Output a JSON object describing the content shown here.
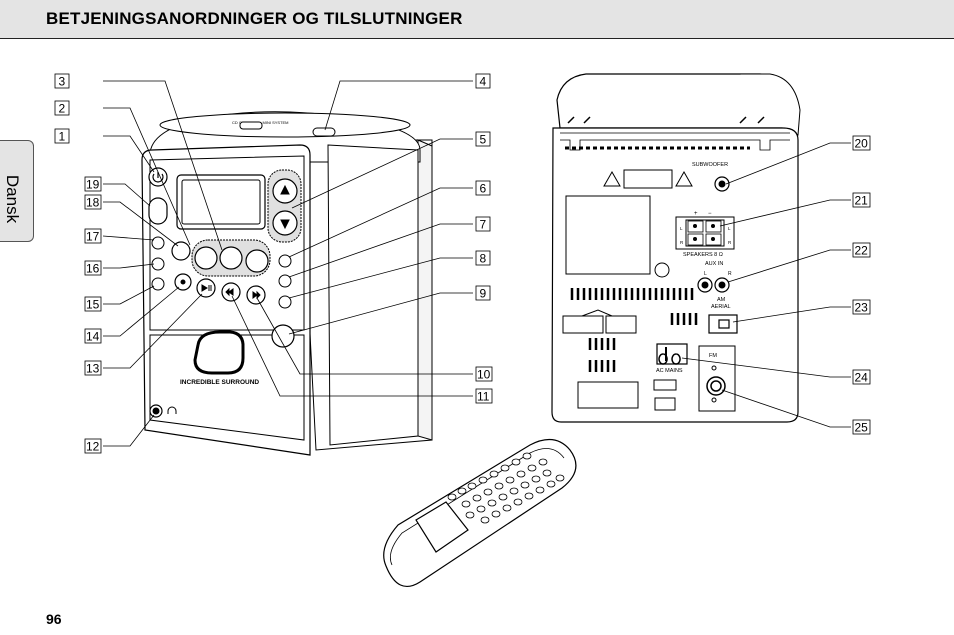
{
  "header": {
    "title": "BETJENINGSANORDNINGER OG TILSLUTNINGER"
  },
  "side_tab": {
    "label": "Dansk"
  },
  "page_number": "96",
  "front_unit": {
    "brand_text": "INCREDIBLE SURROUND",
    "top_label": "CD CHANGER • MINI SYSTEM"
  },
  "back_unit": {
    "subwoofer": "SUBWOOFER",
    "speakers": "SPEAKERS  8 Ω",
    "aux_in": "AUX IN",
    "aux_l": "L",
    "aux_r": "R",
    "am_aerial": "AM\nAERIAL",
    "am": "AM",
    "aerial": "AERIAL",
    "ac_mains": "AC MAINS",
    "fm": "FM",
    "plus": "+",
    "minus": "−"
  },
  "callouts": [
    {
      "id": "c1",
      "label": "1"
    },
    {
      "id": "c2",
      "label": "2"
    },
    {
      "id": "c3",
      "label": "3"
    },
    {
      "id": "c4",
      "label": "4"
    },
    {
      "id": "c5",
      "label": "5"
    },
    {
      "id": "c6",
      "label": "6"
    },
    {
      "id": "c7",
      "label": "7"
    },
    {
      "id": "c8",
      "label": "8"
    },
    {
      "id": "c9",
      "label": "9"
    },
    {
      "id": "c10",
      "label": "10"
    },
    {
      "id": "c11",
      "label": "11"
    },
    {
      "id": "c12",
      "label": "12"
    },
    {
      "id": "c13",
      "label": "13"
    },
    {
      "id": "c14",
      "label": "14"
    },
    {
      "id": "c15",
      "label": "15"
    },
    {
      "id": "c16",
      "label": "16"
    },
    {
      "id": "c17",
      "label": "17"
    },
    {
      "id": "c18",
      "label": "18"
    },
    {
      "id": "c19",
      "label": "19"
    },
    {
      "id": "c20",
      "label": "20"
    },
    {
      "id": "c21",
      "label": "21"
    },
    {
      "id": "c22",
      "label": "22"
    },
    {
      "id": "c23",
      "label": "23"
    },
    {
      "id": "c24",
      "label": "24"
    },
    {
      "id": "c25",
      "label": "25"
    }
  ]
}
